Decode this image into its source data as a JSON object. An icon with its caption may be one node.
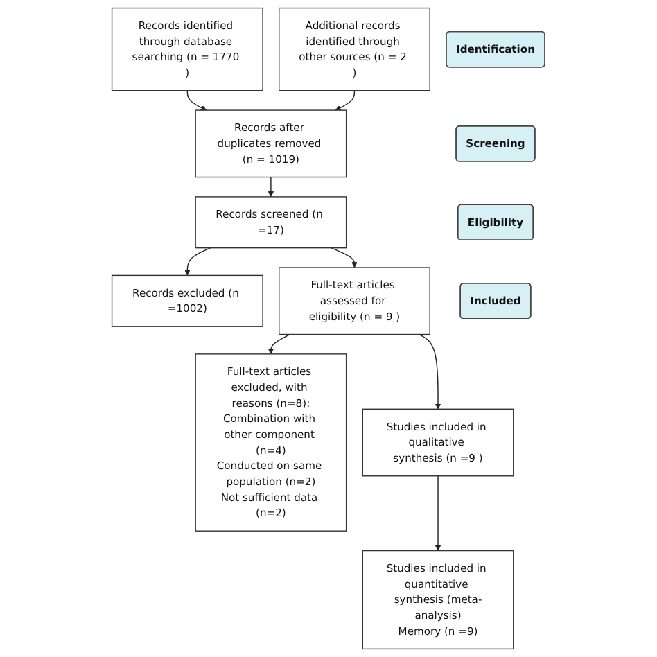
{
  "diagram": {
    "nodes": [
      {
        "text": [
          "Identification"
        ]
      },
      {
        "text": [
          "Records identified through database searching (n = 1770 )"
        ]
      },
      {
        "text": [
          "Additional records identified through other sources (n = 2 )"
        ]
      },
      {
        "text": [
          "Records after duplicates removed (n = 1019)"
        ]
      },
      {
        "text": [
          "Screening"
        ]
      },
      {
        "text": [
          "Records screened (n =17)"
        ]
      },
      {
        "text": [
          "Records excluded (n =1002)"
        ]
      },
      {
        "text": [
          "Eligibility"
        ]
      },
      {
        "text": [
          "Full-text articles assessed for eligibility (n = 9 )"
        ]
      },
      {
        "text": [
          "Full-text articles excluded, with reasons (n=8):",
          "Combination with other component (n=4)",
          "Conducted on same population (n=2)",
          "Not sufficient data (n=2)"
        ]
      },
      {
        "text": [
          "Studies included in qualitative synthesis (n =9 )"
        ]
      },
      {
        "text": [
          "Included"
        ]
      },
      {
        "text": [
          "Studies included in quantitative synthesis (meta-analysis)",
          "Memory (n =9)"
        ]
      }
    ],
    "edges": [
      {
        "from": 1,
        "to": 3,
        "arrow": "to"
      },
      {
        "from": 2,
        "to": 3,
        "arrow": "to"
      },
      {
        "from": 3,
        "to": 5,
        "arrow": "to"
      },
      {
        "from": 5,
        "to": 6,
        "arrow": "to"
      },
      {
        "from": 5,
        "to": 8,
        "arrow": "to"
      },
      {
        "from": 8,
        "to": 10,
        "arrow": "to"
      },
      {
        "from": 8,
        "to": 9,
        "arrow": "to"
      },
      {
        "from": 10,
        "to": 12,
        "arrow": "to"
      }
    ]
  }
}
